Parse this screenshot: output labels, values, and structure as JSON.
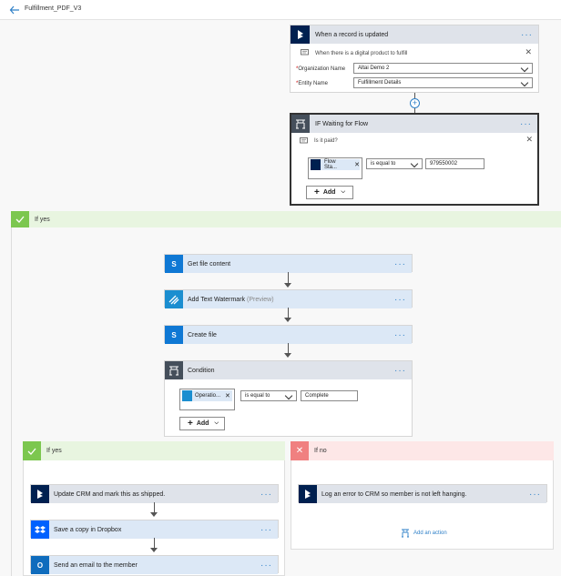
{
  "header": {
    "title": "Fulfillment_PDF_V3"
  },
  "trigger": {
    "title": "When a record is updated",
    "note": "When there is a digital product to fulfill",
    "org_label": "Organization Name",
    "org_value": "Altai Demo 2",
    "entity_label": "Entity Name",
    "entity_value": "Fulfillment Details",
    "more": "···"
  },
  "if_waiting": {
    "title": "IF Waiting for Flow",
    "note": "Is it paid?",
    "token": "Flow Sta...",
    "operator": "is equal to",
    "value": "979550002",
    "add": "Add",
    "more": "···"
  },
  "branch_yes_outer": {
    "label": "If yes"
  },
  "steps": [
    {
      "title": "Get file content",
      "more": "···"
    },
    {
      "title": "Add Text Watermark",
      "suffix": "(Preview)",
      "more": "···"
    },
    {
      "title": "Create file",
      "more": "···"
    },
    {
      "title": "Condition",
      "more": "···"
    }
  ],
  "condition": {
    "token": "Operatio...",
    "operator": "is equal to",
    "value": "Complete",
    "add": "Add"
  },
  "branch_yes": {
    "label": "If yes",
    "steps": [
      {
        "title": "Update CRM and mark this as shipped.",
        "more": "···"
      },
      {
        "title": "Save a copy in Dropbox",
        "more": "···"
      },
      {
        "title": "Send an email to the member",
        "more": "···"
      }
    ]
  },
  "branch_no": {
    "label": "If no",
    "steps": [
      {
        "title": "Log an error to CRM so member is not left hanging.",
        "more": "···"
      }
    ],
    "add_action": "Add an action"
  },
  "colors": {
    "dynamics": "#002050",
    "sharepoint": "#0f78d4",
    "watermark": "#1b8ed0",
    "condition": "#454f5b",
    "dropbox": "#0061fe",
    "outlook": "#0f6cbd",
    "yes_band": "#e8f5e0",
    "yes_check": "#7cc74f",
    "no_band": "#fde7e7",
    "no_x": "#f08080"
  }
}
